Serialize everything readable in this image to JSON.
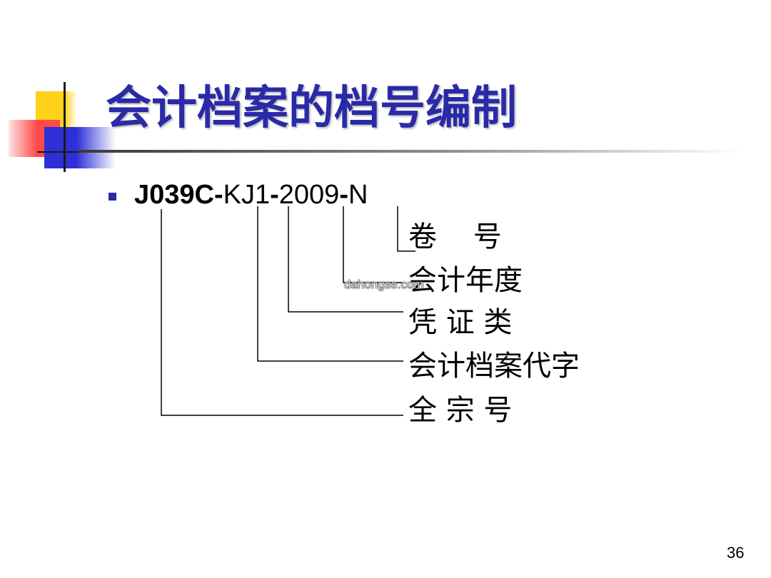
{
  "title": "会计档案的档号编制",
  "code": {
    "part1": "J039C",
    "sep1": "-",
    "part2": "KJ1",
    "sep2": "-",
    "part3": "2009",
    "sep3": "-",
    "part4": "N"
  },
  "labels": {
    "volume_number": "卷    号",
    "fiscal_year": "会计年度",
    "voucher_type": "凭 证 类",
    "archive_code": "会计档案代字",
    "fonds_number": "全 宗 号"
  },
  "watermark": "dahongse.com",
  "page_number": "36",
  "colors": {
    "title": "#2a2aa8",
    "bullet": "#2a2aa8",
    "deco_yellow": "#ffd21a",
    "deco_red": "#ff4a4a",
    "deco_blue": "#2f2fd8"
  }
}
